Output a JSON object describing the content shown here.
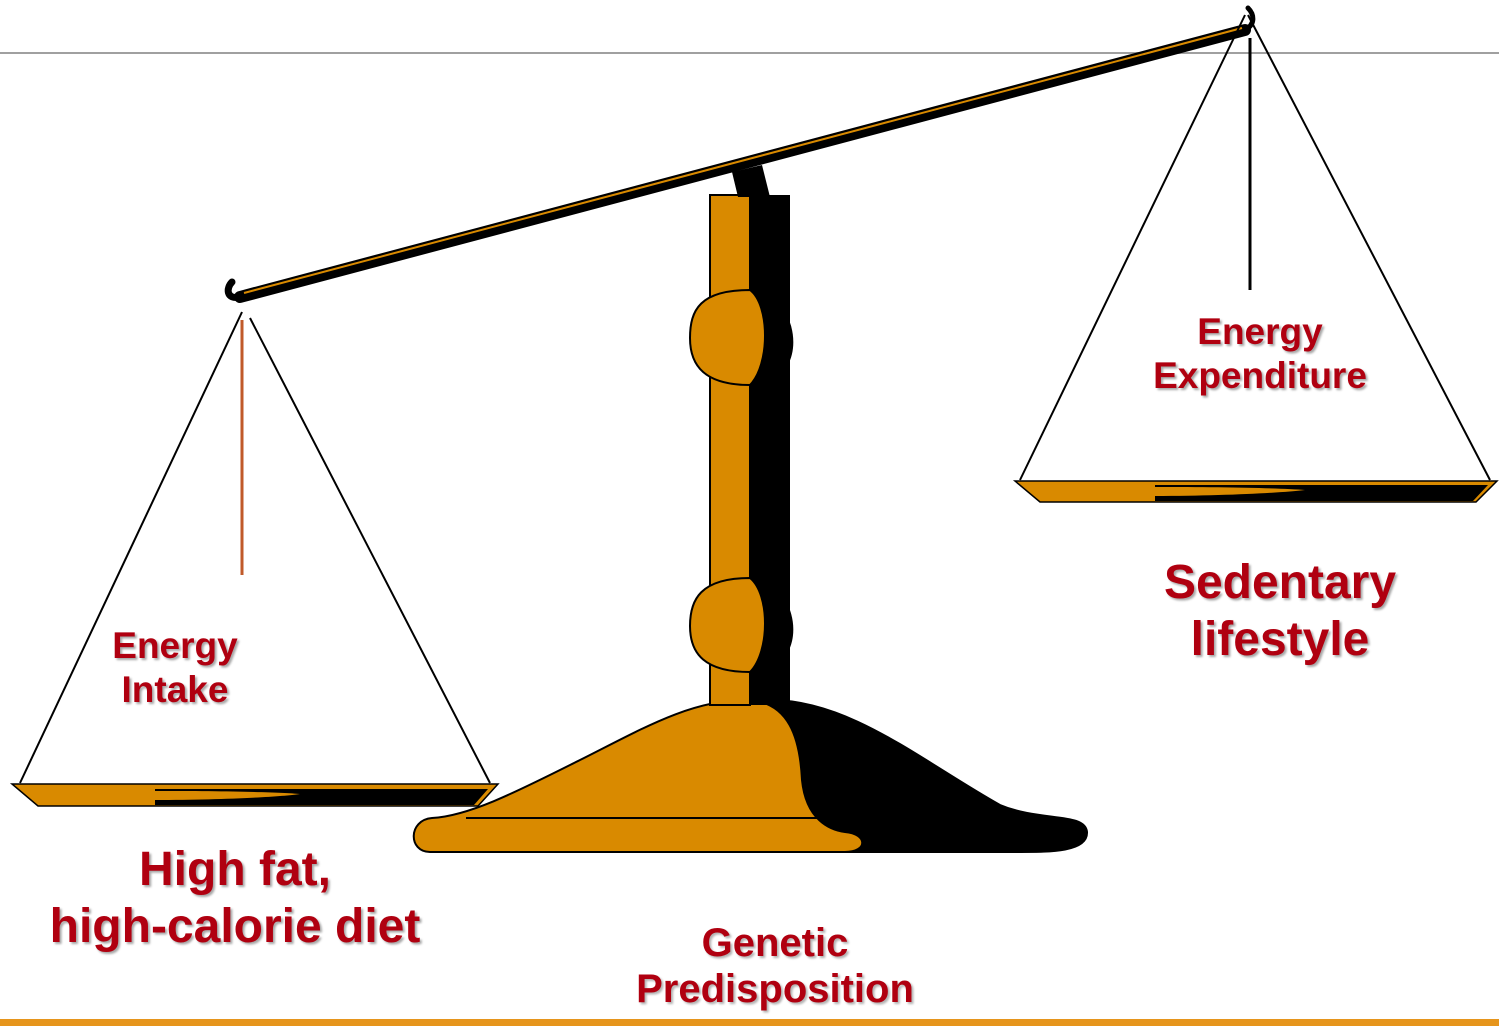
{
  "labels": {
    "energy_intake": [
      "Energy",
      "Intake"
    ],
    "energy_expenditure": [
      "Energy",
      "Expenditure"
    ],
    "sedentary": [
      "Sedentary",
      "lifestyle"
    ],
    "diet": [
      "High fat,",
      "high-calorie diet"
    ],
    "genetic": [
      "Genetic",
      "Predisposition"
    ]
  },
  "colors": {
    "orange": "#d98a00",
    "black": "#000000",
    "label_red": "#b00010",
    "rule_top": "#a0a0a0",
    "rule_bottom": "#e6951c",
    "pointer": "#c05a2a"
  }
}
